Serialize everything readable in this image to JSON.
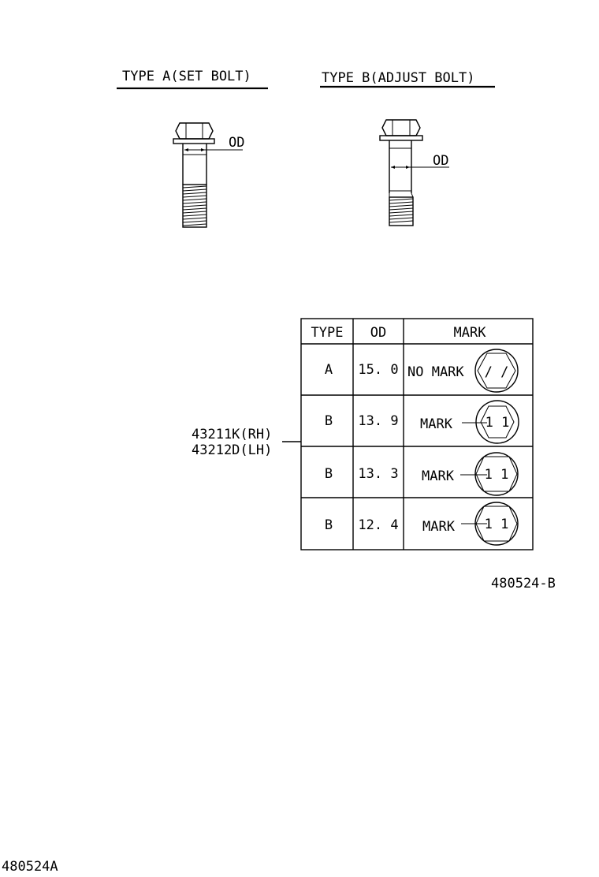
{
  "type_a_title": "TYPE A(SET BOLT)",
  "type_b_title": "TYPE B(ADJUST BOLT)",
  "od_label": "OD",
  "table": {
    "headers": [
      "TYPE",
      "OD",
      "MARK"
    ],
    "rows": [
      {
        "type": "A",
        "od": "15. 0",
        "mark": "NO MARK"
      },
      {
        "type": "B",
        "od": "13. 9",
        "mark": "MARK"
      },
      {
        "type": "B",
        "od": "13. 3",
        "mark": "MARK"
      },
      {
        "type": "B",
        "od": "12. 4",
        "mark": "MARK"
      }
    ],
    "head_marks": [
      "/ /",
      "1 1",
      "1 1",
      "1 1"
    ]
  },
  "part_numbers": [
    "43211K(RH)",
    "43212D(LH)"
  ],
  "figure_code": "480524-B",
  "page_code": "480524A"
}
